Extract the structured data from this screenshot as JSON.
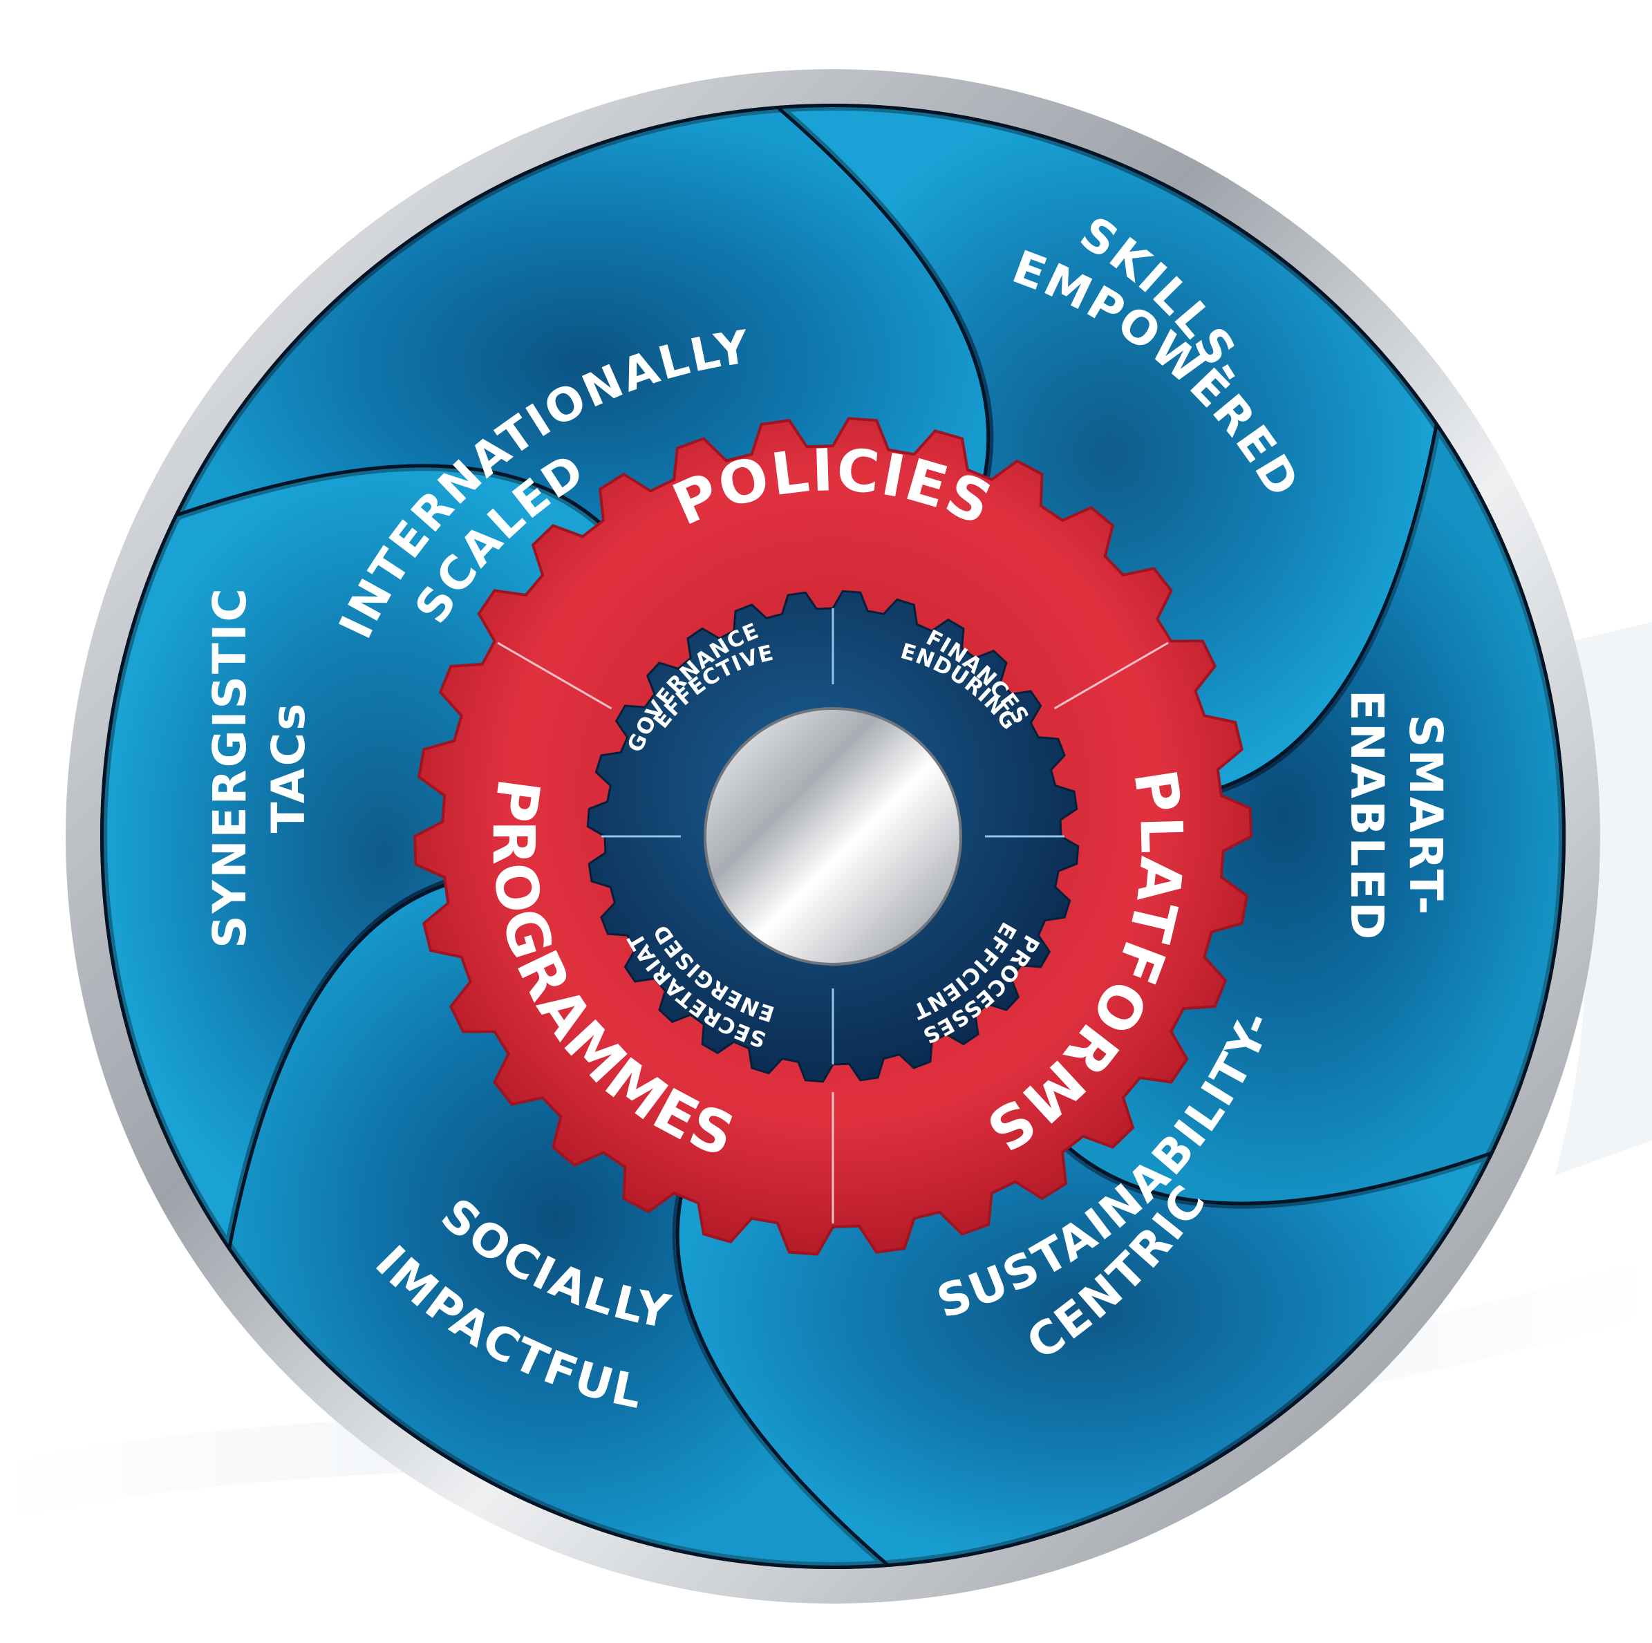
{
  "outer_segments": [
    {
      "id": "scaled",
      "lines": [
        "SCALED",
        "INTERNATIONALLY"
      ]
    },
    {
      "id": "skills",
      "lines": [
        "SKILLS-",
        "EMPOWERED"
      ]
    },
    {
      "id": "smart",
      "lines": [
        "SMART-",
        "ENABLED"
      ]
    },
    {
      "id": "sustainability",
      "lines": [
        "SUSTAINABILITY-",
        "CENTRIC"
      ]
    },
    {
      "id": "socially",
      "lines": [
        "SOCIALLY",
        "IMPACTFUL"
      ]
    },
    {
      "id": "synergistic",
      "lines": [
        "SYNERGISTIC",
        "TACs"
      ]
    }
  ],
  "gear_ring": {
    "labels": [
      "POLICIES",
      "PLATFORMS",
      "PROGRAMMES"
    ],
    "color": "#d92b3a"
  },
  "inner_quadrants": [
    {
      "id": "governance",
      "lines": [
        "EFFECTIVE",
        "GOVERNANCE"
      ]
    },
    {
      "id": "finances",
      "lines": [
        "ENDURING",
        "FINANCES"
      ]
    },
    {
      "id": "processes",
      "lines": [
        "EFFICIENT",
        "PROCESSES"
      ]
    },
    {
      "id": "secretariat",
      "lines": [
        "ENERGISED",
        "SECRETARIAT"
      ]
    }
  ],
  "colors": {
    "outer_blue_light": "#1aa6d6",
    "outer_blue_dark": "#062a4d",
    "rim_silver": "#d8dade",
    "inner_navy": "#123a66",
    "hub_silver": "#c9ccd1"
  }
}
